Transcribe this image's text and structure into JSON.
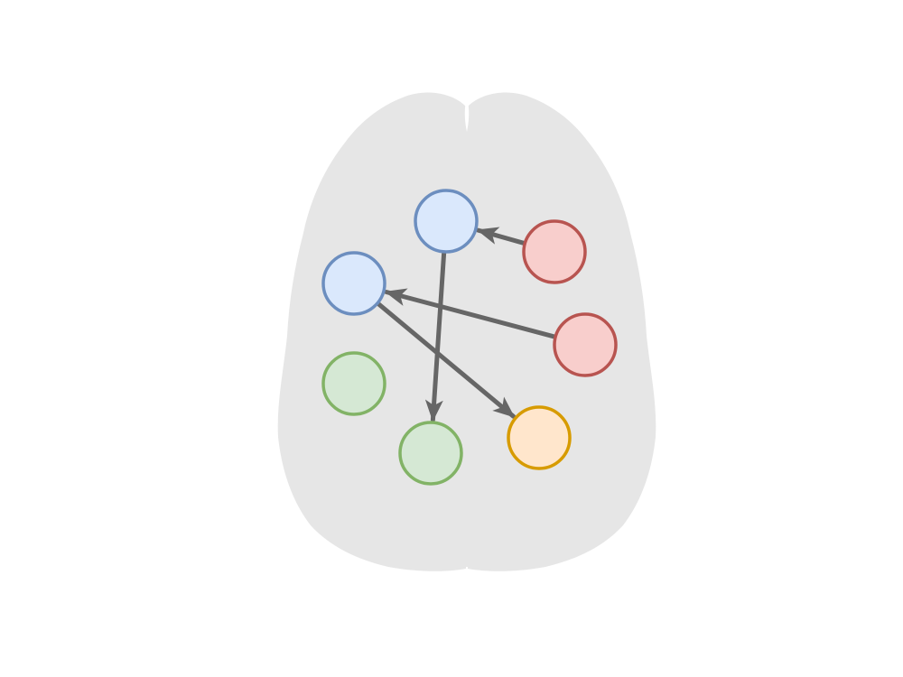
{
  "colors": {
    "background": "#ffffff",
    "brain": "#e6e6e6",
    "edge": "#666666"
  },
  "node_styles": {
    "blue": {
      "fill": "#dae8fc",
      "stroke": "#6c8ebf"
    },
    "red": {
      "fill": "#f8cecc",
      "stroke": "#b85450"
    },
    "green": {
      "fill": "#d5e8d4",
      "stroke": "#82b366"
    },
    "orange": {
      "fill": "#ffe6cc",
      "stroke": "#d79b00"
    }
  },
  "nodes": [
    {
      "id": "blue-top",
      "style": "blue"
    },
    {
      "id": "blue-left",
      "style": "blue"
    },
    {
      "id": "red-top",
      "style": "red"
    },
    {
      "id": "red-right",
      "style": "red"
    },
    {
      "id": "green-left",
      "style": "green"
    },
    {
      "id": "green-bottom",
      "style": "green"
    },
    {
      "id": "orange-right",
      "style": "orange"
    }
  ],
  "edges": [
    {
      "from": "red-top",
      "to": "blue-top"
    },
    {
      "from": "red-right",
      "to": "blue-left"
    },
    {
      "from": "blue-left",
      "to": "orange-right"
    },
    {
      "from": "blue-top",
      "to": "green-bottom"
    }
  ]
}
